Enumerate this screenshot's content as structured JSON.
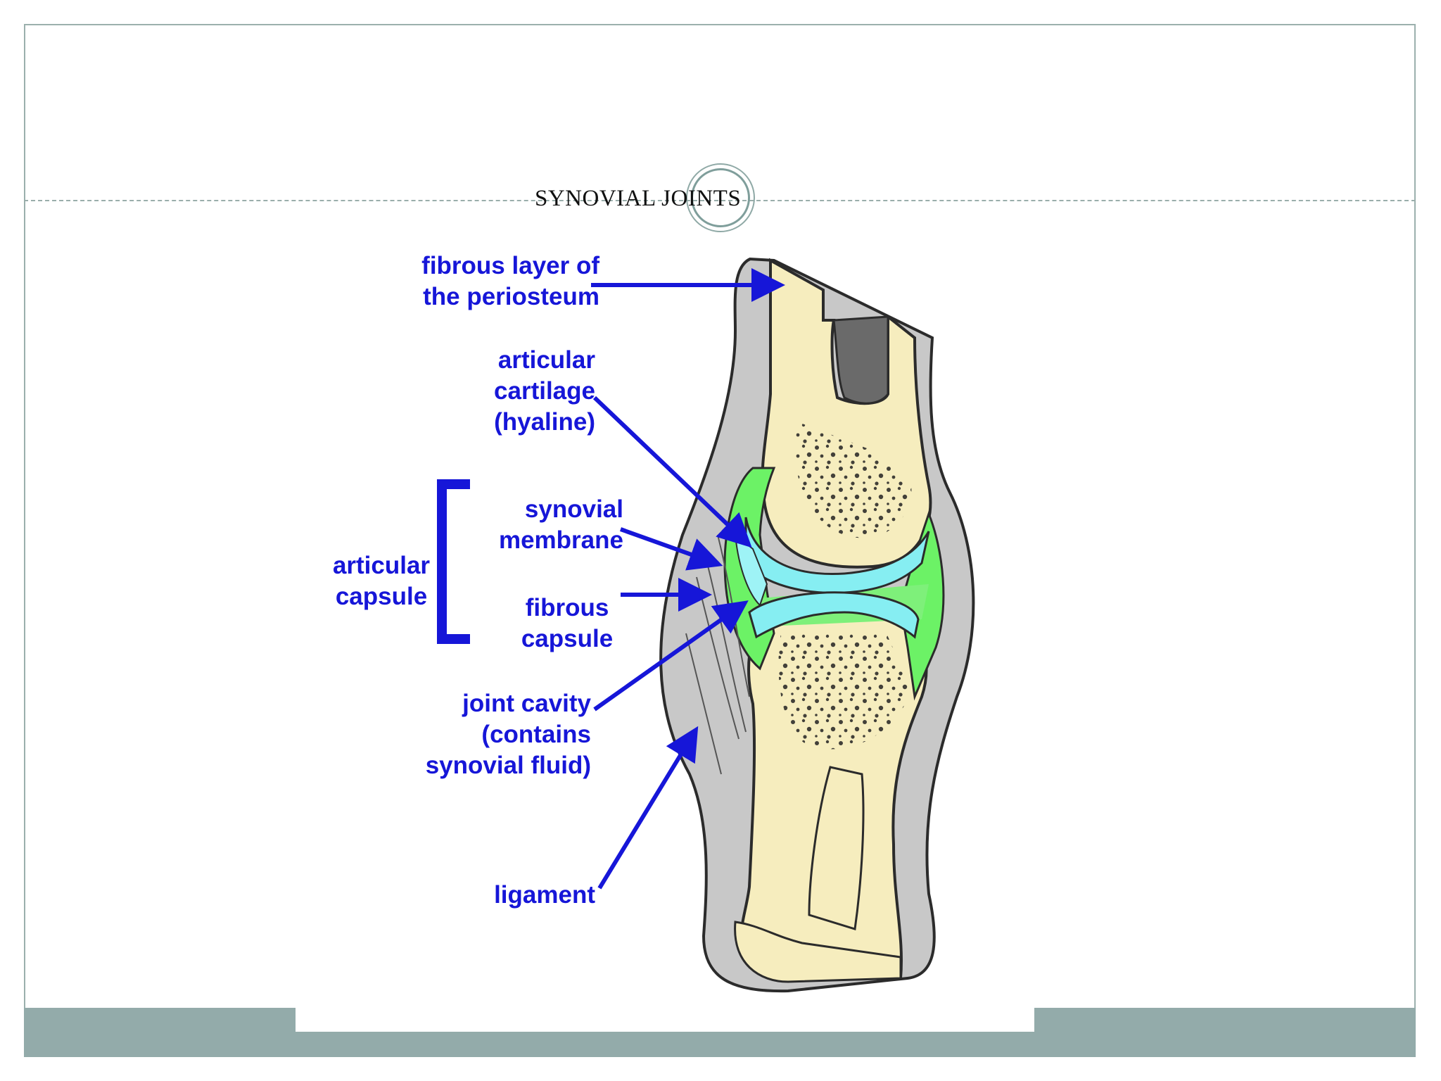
{
  "slide": {
    "title": "SYNOVIAL JOINTS"
  },
  "diagram": {
    "labels": {
      "fibrous_layer": [
        "fibrous layer of",
        "the periosteum"
      ],
      "articular_cartilage": [
        "articular",
        "cartilage",
        "(hyaline)"
      ],
      "synovial_membrane": [
        "synovial",
        "membrane"
      ],
      "fibrous_capsule": [
        "fibrous",
        "capsule"
      ],
      "articular_capsule": [
        "articular",
        "capsule"
      ],
      "joint_cavity": [
        "joint cavity",
        "(contains",
        "synovial fluid)"
      ],
      "ligament": [
        "ligament"
      ]
    },
    "colors": {
      "label": "#1616d8",
      "bone": "#f6edbe",
      "outer_tissue": "#c8c8c8",
      "synovial_membrane": "#6cf266",
      "joint_cavity": "#86eef2",
      "outline": "#2b2b2b"
    }
  }
}
